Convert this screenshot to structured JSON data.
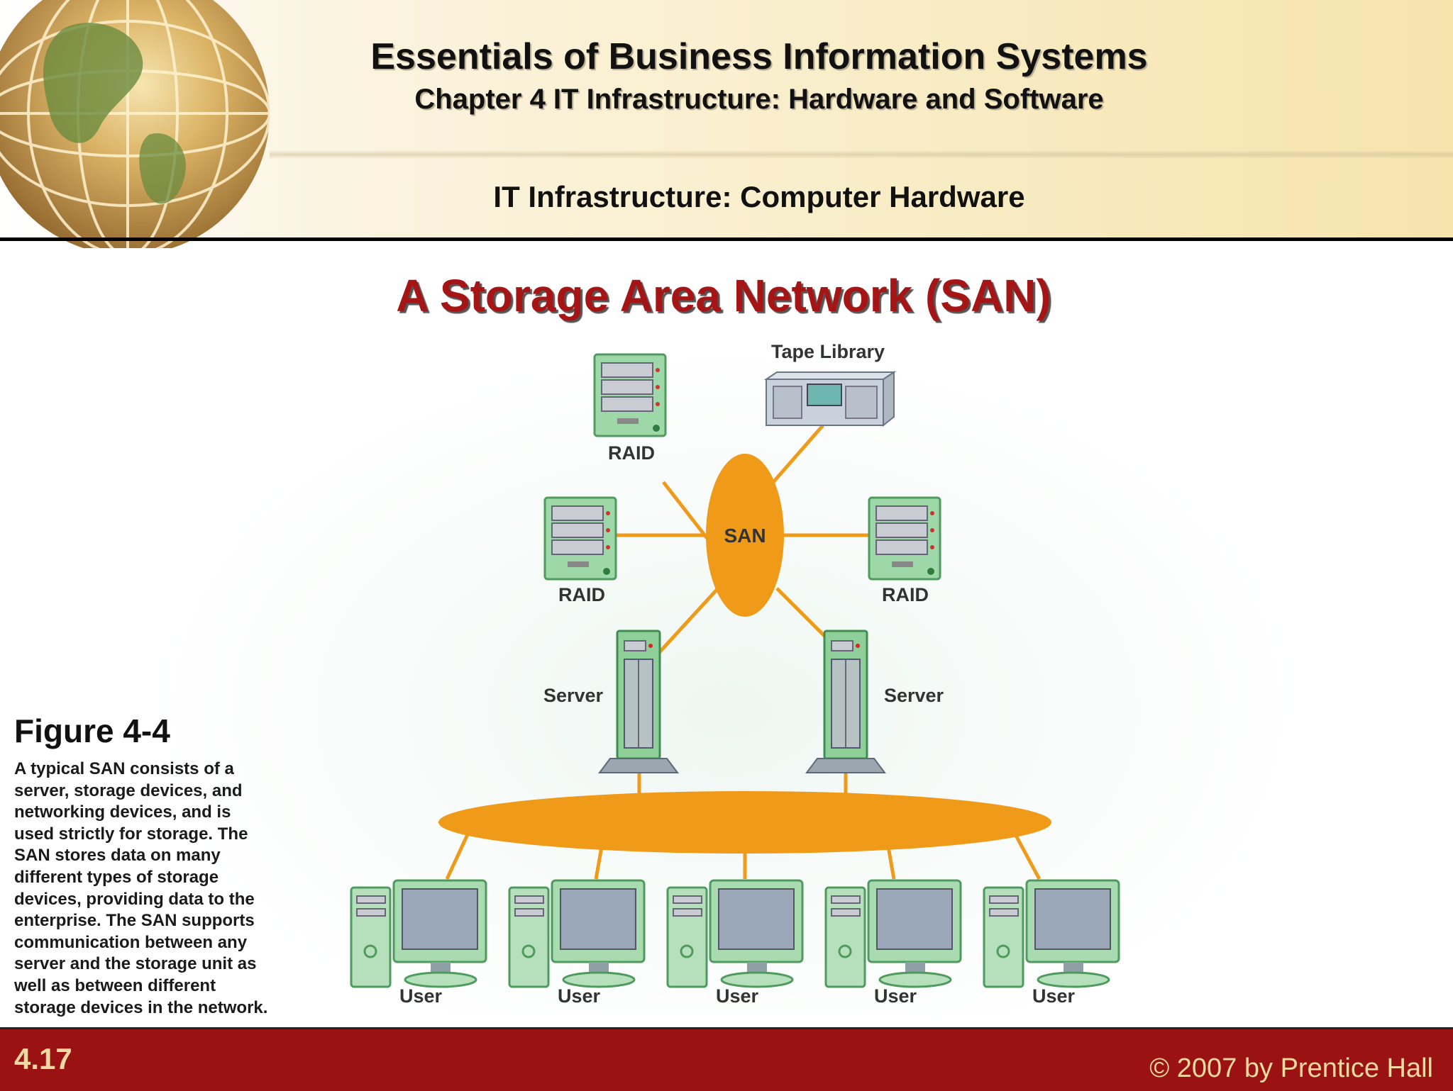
{
  "header": {
    "title": "Essentials of Business Information Systems",
    "chapter": "Chapter 4 IT Infrastructure: Hardware and Software",
    "section": "IT Infrastructure: Computer Hardware"
  },
  "slide_title": "A Storage Area Network (SAN)",
  "diagram": {
    "hub_label": "SAN",
    "tape_library_label": "Tape Library",
    "raid_label": "RAID",
    "server_label": "Server",
    "user_label": "User"
  },
  "figure": {
    "title": "Figure 4-4",
    "caption_lines": [
      "A typical SAN consists of a",
      "server, storage devices, and",
      "networking devices, and is",
      "used strictly for storage. The",
      "SAN stores data on many",
      "different types of storage",
      "devices, providing data to the",
      "enterprise. The SAN supports",
      "communication between any",
      "server and the storage unit as",
      "well as between different",
      "storage devices in the network."
    ]
  },
  "footer": {
    "slide_number": "4.17",
    "copyright": "© 2007 by Prentice Hall"
  },
  "colors": {
    "title_red": "#a51515",
    "footer_red": "#9b1212",
    "connector_orange": "#f09a1a",
    "device_green": "#7cc58a"
  }
}
